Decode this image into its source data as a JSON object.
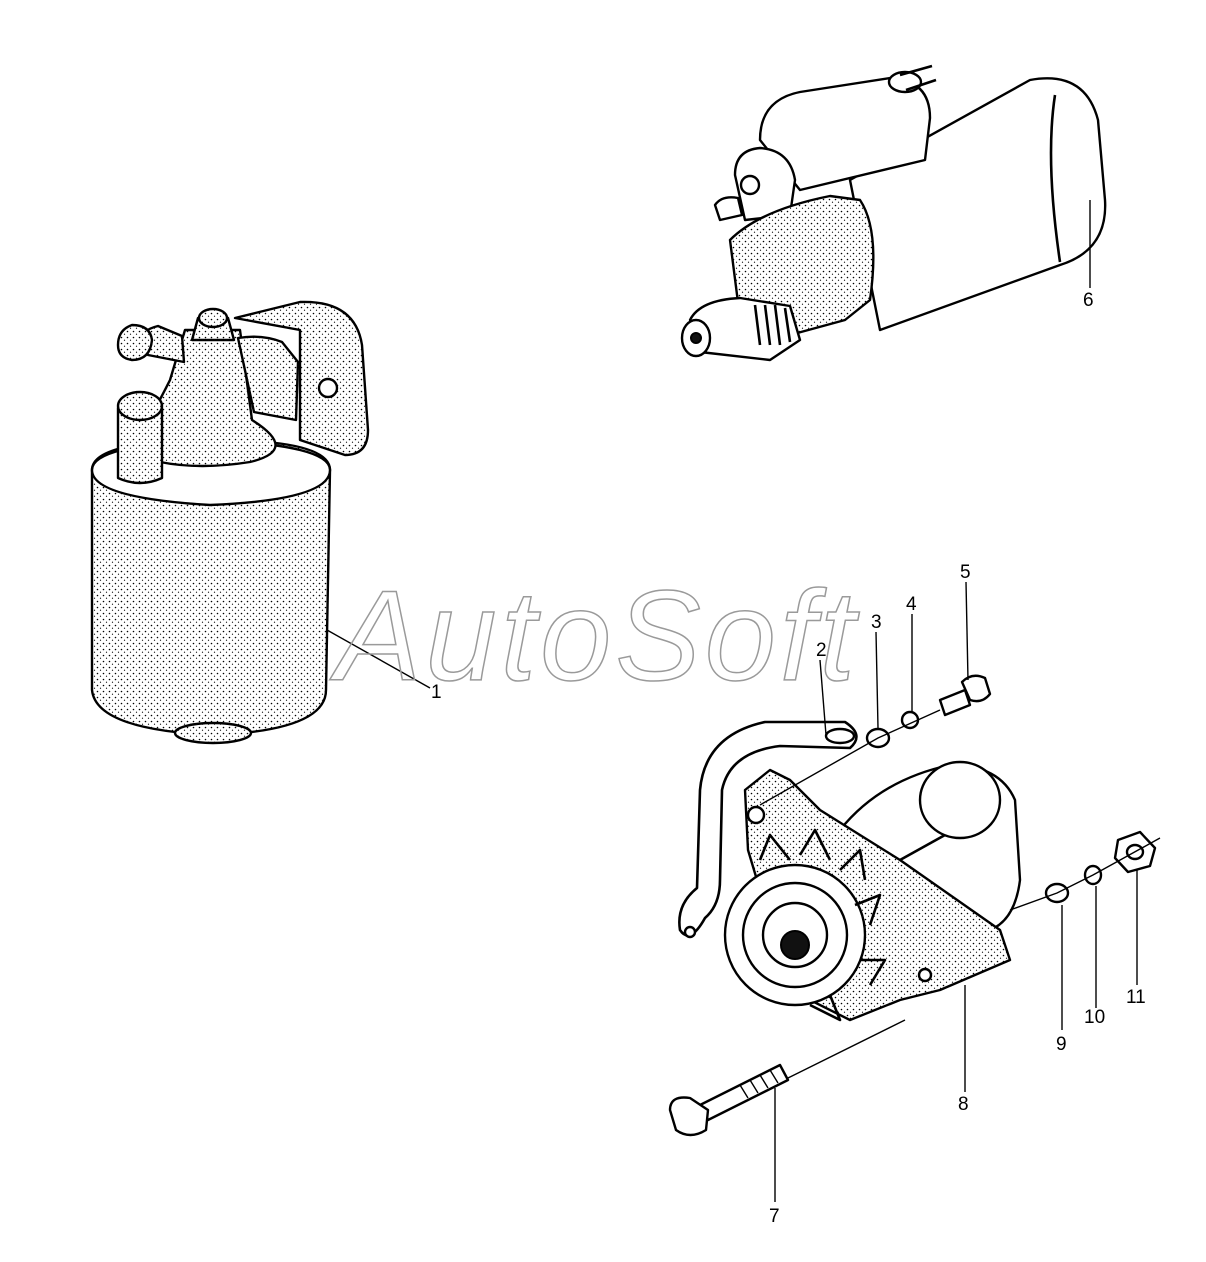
{
  "watermark": "AutoSoft",
  "callouts": {
    "c1": "1",
    "c2": "2",
    "c3": "3",
    "c4": "4",
    "c5": "5",
    "c6": "6",
    "c7": "7",
    "c8": "8",
    "c9": "9",
    "c10": "10",
    "c11": "11"
  },
  "colors": {
    "line": "#000000",
    "background": "#ffffff",
    "watermark": "#9a9a9a"
  }
}
